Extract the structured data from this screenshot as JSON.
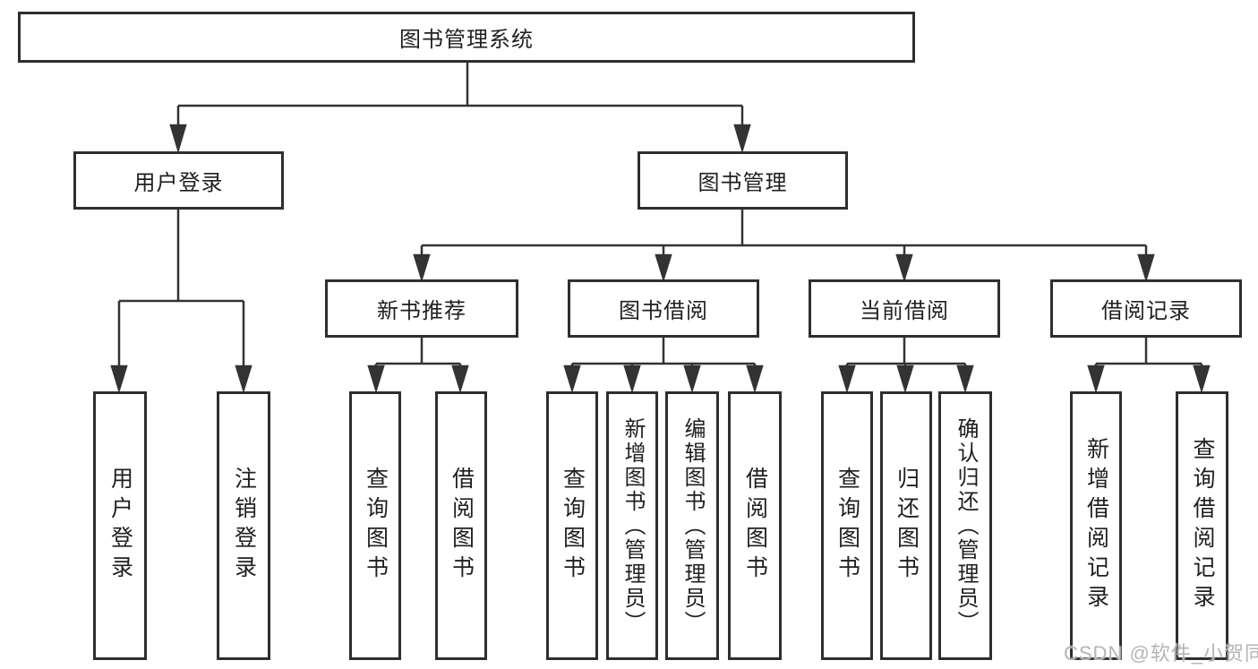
{
  "diagram": {
    "title": "图书管理系统",
    "tree": {
      "root": {
        "label": "图书管理系统"
      },
      "level2": [
        {
          "label": "用户登录",
          "children": [
            {
              "label": "用户登录"
            },
            {
              "label": "注销登录"
            }
          ]
        },
        {
          "label": "图书管理",
          "groups": [
            {
              "label": "新书推荐",
              "children": [
                {
                  "label": "查询图书"
                },
                {
                  "label": "借阅图书"
                }
              ]
            },
            {
              "label": "图书借阅",
              "children": [
                {
                  "label": "查询图书"
                },
                {
                  "label": "新增图书（管理员）"
                },
                {
                  "label": "编辑图书（管理员）"
                },
                {
                  "label": "借阅图书"
                }
              ]
            },
            {
              "label": "当前借阅",
              "children": [
                {
                  "label": "查询图书"
                },
                {
                  "label": "归还图书"
                },
                {
                  "label": "确认归还（管理员）"
                }
              ]
            },
            {
              "label": "借阅记录",
              "children": [
                {
                  "label": "新增借阅记录"
                },
                {
                  "label": "查询借阅记录"
                }
              ]
            }
          ]
        }
      ]
    }
  },
  "watermark": {
    "text": "CSDN @软件_小贺同学"
  },
  "colors": {
    "line": "#333333",
    "box_border": "#2e2e2e",
    "text": "#1f1f1f",
    "background": "#ffffff",
    "watermark": "#b5b5b5"
  }
}
